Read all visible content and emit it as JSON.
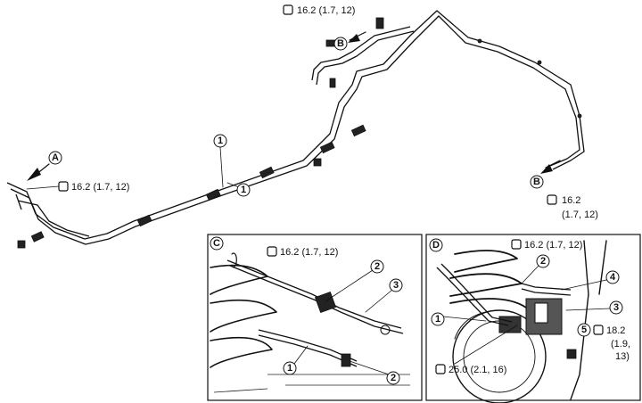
{
  "torque_labels": {
    "top": "16.2 (1.7, 12)",
    "left": "16.2 (1.7, 12)",
    "right_line1": "16.2",
    "right_line2": "(1.7, 12)",
    "panel_c": "16.2 (1.7, 12)",
    "panel_d_top": "16.2 (1.7, 12)",
    "panel_d_right_line1": "18.2",
    "panel_d_right_line2": "(1.9,",
    "panel_d_right_line3": "13)",
    "panel_d_bottom": "25.0 (2.1, 16)"
  },
  "view_letters": {
    "a": "A",
    "b": "B",
    "c": "C",
    "d": "D"
  },
  "callouts": {
    "n1": "1",
    "n2": "2",
    "n3": "3",
    "n4": "4",
    "n5": "5"
  },
  "colors": {
    "ink": "#111111",
    "paper": "#ffffff"
  },
  "icons": {
    "torque": "torque-wrench-icon",
    "arrow": "direction-arrow-icon"
  }
}
